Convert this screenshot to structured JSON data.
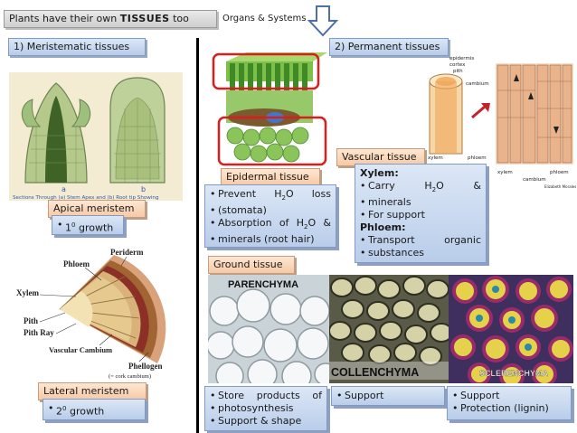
{
  "header": {
    "title_prefix": "Plants have their own ",
    "title_bold": "TISSUES",
    "title_suffix": " too",
    "organs_systems": "Organs & Systems"
  },
  "left": {
    "meristematic_heading": "1) Meristematic tissues",
    "apical_image_caption": "Sections Through (a) Stem Apex and (b) Root tip Showing",
    "apical_image_labels": [
      "a",
      "b"
    ],
    "apical_label": "Apical meristem",
    "apical_growth_num": "1",
    "apical_growth_sup": "0",
    "apical_growth_text": " growth",
    "lateral_image_labels": [
      "Periderm",
      "Phloem",
      "Xylem",
      "Pith",
      "Pith Ray",
      "Vascular Cambium",
      "Phellogen",
      "(= cork cambium)"
    ],
    "lateral_label": "Lateral meristem",
    "lateral_growth_num": "2",
    "lateral_growth_sup": "0",
    "lateral_growth_text": " growth"
  },
  "right": {
    "permanent_heading": "2) Permanent tissues",
    "stem_image_labels": [
      "epidermis",
      "cortex",
      "pith",
      "cambium",
      "xylem",
      "phloem"
    ],
    "xylem_image_labels": [
      "xylem",
      "phloem",
      "cambium",
      "Elizabeth Morales"
    ],
    "epidermal_label": "Epidermal tissue",
    "epidermal_items": [
      "Prevent H",
      "2",
      "O loss",
      "(stomata)",
      "Absorption of H",
      "2",
      "O &",
      "minerals (root hair)"
    ],
    "vascular_label": "Vascular tissue",
    "xylem_title": "Xylem:",
    "xylem_items": [
      "Carry H",
      "2",
      "O &",
      "minerals",
      "For support"
    ],
    "phloem_title": "Phloem:",
    "phloem_items": [
      "Transport organic",
      "substances"
    ],
    "ground_label": "Ground tissue",
    "micro_labels": [
      "PARENCHYMA",
      "COLLENCHYMA",
      "SCLERENCHYMA"
    ],
    "parenchyma_items": [
      "Store products of",
      "photosynthesis",
      "Support & shape"
    ],
    "collenchyma_items": [
      "Support"
    ],
    "sclerenchyma_items": [
      "Support",
      "Protection (lignin)"
    ]
  }
}
